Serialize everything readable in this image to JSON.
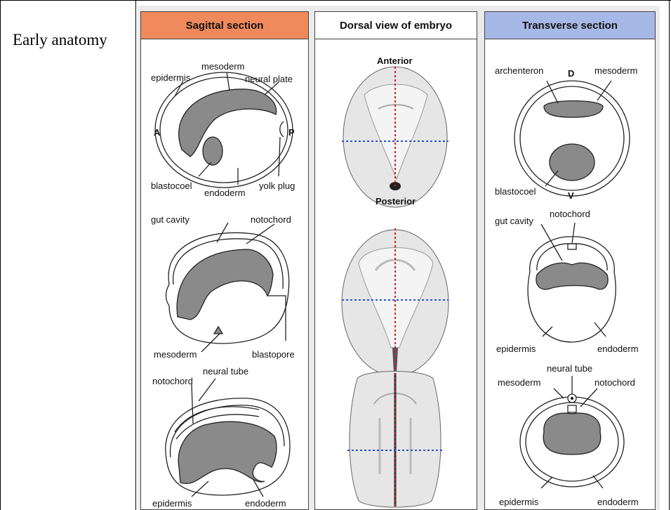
{
  "side_title": "Early anatomy",
  "colors": {
    "sagittal_header": "#f08a5d",
    "transverse_header": "#a6b8e6",
    "tissue": "#8a8a8a",
    "red_axis": "#d21f1f",
    "blue_axis": "#2a4fd6"
  },
  "panels": {
    "sagittal": {
      "title": "Sagittal section",
      "stage1": {
        "mesoderm": "mesoderm",
        "epidermis": "epidermis",
        "neural_plate": "neural plate",
        "a": "A",
        "p": "P",
        "blastocoel": "blastocoel",
        "endoderm": "endoderm",
        "yolk_plug": "yolk plug"
      },
      "stage2": {
        "gut_cavity": "gut cavity",
        "notochord": "notochord",
        "mesoderm": "mesoderm",
        "blastopore": "blastopore"
      },
      "stage3": {
        "neural_tube": "neural tube",
        "notochord": "notochord",
        "epidermis": "epidermis",
        "endoderm": "endoderm"
      }
    },
    "dorsal": {
      "title": "Dorsal view of embryo",
      "anterior": "Anterior",
      "posterior": "Posterior"
    },
    "transverse": {
      "title": "Transverse section",
      "stage1": {
        "archenteron": "archenteron",
        "d": "D",
        "mesoderm": "mesoderm",
        "blastocoel": "blastocoel",
        "v": "V"
      },
      "stage2": {
        "gut_cavity": "gut cavity",
        "notochord": "notochord",
        "epidermis": "epidermis",
        "endoderm": "endoderm"
      },
      "stage3": {
        "neural_tube": "neural tube",
        "mesoderm": "mesoderm",
        "notochord": "notochord",
        "epidermis": "epidermis",
        "endoderm": "endoderm"
      }
    }
  }
}
